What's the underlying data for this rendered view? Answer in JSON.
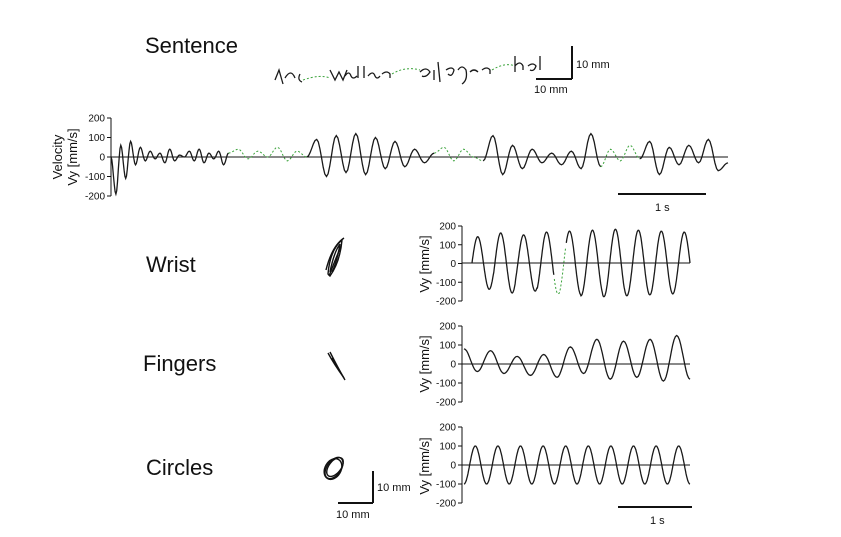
{
  "labels": {
    "sentence": "Sentence",
    "wrist": "Wrist",
    "fingers": "Fingers",
    "circles": "Circles"
  },
  "colors": {
    "ink": "#1a1a1a",
    "pen_up": "#3aa23a"
  },
  "handwriting_text": "Die Wellen schlagen hoch",
  "scale_bars": {
    "top_vertical": "10 mm",
    "top_horizontal": "10 mm",
    "bottom_vertical": "10 mm",
    "bottom_horizontal": "10 mm",
    "time_top": "1 s",
    "time_bottom": "1 s"
  },
  "chart_data": [
    {
      "type": "line",
      "name": "sentence",
      "ylabel_line1": "Velocity",
      "ylabel_line2": "Vy [mm/s]",
      "ylim": [
        -200,
        200
      ],
      "yticks": [
        "200",
        "100",
        "0",
        "-100",
        "-200"
      ],
      "grid": false,
      "xlim": [
        0,
        6.3
      ],
      "series": [
        {
          "style": "pen-down",
          "x": [
            0,
            0.05,
            0.1,
            0.15,
            0.2,
            0.25,
            0.3,
            0.35,
            0.4,
            0.45,
            0.5,
            0.55,
            0.6,
            0.65,
            0.7,
            0.75,
            0.8,
            0.85,
            0.9,
            0.95,
            1.0,
            1.05,
            1.1,
            1.15,
            1.2
          ],
          "y": [
            0,
            -190,
            60,
            -110,
            80,
            -40,
            50,
            -20,
            30,
            -10,
            20,
            -30,
            40,
            -20,
            10,
            0,
            30,
            -20,
            40,
            -30,
            20,
            -10,
            30,
            -40,
            20
          ]
        },
        {
          "style": "pen-up",
          "x": [
            1.2,
            1.3,
            1.4,
            1.5,
            1.6,
            1.7,
            1.8,
            1.9,
            2.0
          ],
          "y": [
            20,
            40,
            -10,
            30,
            0,
            50,
            -20,
            30,
            0
          ]
        },
        {
          "style": "pen-down",
          "x": [
            2.0,
            2.1,
            2.2,
            2.3,
            2.4,
            2.5,
            2.6,
            2.7,
            2.8,
            2.9,
            3.0,
            3.1,
            3.2,
            3.3
          ],
          "y": [
            0,
            90,
            -100,
            110,
            -80,
            120,
            -90,
            100,
            -60,
            80,
            -50,
            40,
            -30,
            20
          ]
        },
        {
          "style": "pen-up",
          "x": [
            3.3,
            3.4,
            3.5,
            3.6,
            3.7,
            3.8
          ],
          "y": [
            20,
            50,
            -20,
            40,
            0,
            -20
          ]
        },
        {
          "style": "pen-down",
          "x": [
            3.8,
            3.9,
            4.0,
            4.1,
            4.2,
            4.3,
            4.4,
            4.5,
            4.6,
            4.7,
            4.8,
            4.9,
            5.0
          ],
          "y": [
            -20,
            110,
            -90,
            60,
            -60,
            40,
            -30,
            20,
            -40,
            30,
            -60,
            120,
            -50
          ]
        },
        {
          "style": "pen-up",
          "x": [
            5.0,
            5.1,
            5.2,
            5.3,
            5.4
          ],
          "y": [
            -50,
            40,
            -20,
            60,
            -10
          ]
        },
        {
          "style": "pen-down",
          "x": [
            5.4,
            5.5,
            5.6,
            5.7,
            5.8,
            5.9,
            6.0,
            6.1,
            6.2,
            6.3
          ],
          "y": [
            -10,
            80,
            -90,
            50,
            -40,
            60,
            -30,
            90,
            -70,
            -30
          ]
        }
      ]
    },
    {
      "type": "line",
      "name": "wrist",
      "ylabel": "Vy [mm/s]",
      "ylim": [
        -200,
        200
      ],
      "yticks": [
        "200",
        "100",
        "0",
        "-100",
        "-200"
      ],
      "grid": false,
      "period_s": 0.28,
      "amplitude": [
        140,
        160,
        150,
        165,
        170,
        175,
        180,
        175,
        170,
        165
      ],
      "cycles": 9.5,
      "pen_up_segment": [
        1.0,
        1.15
      ]
    },
    {
      "type": "line",
      "name": "fingers",
      "ylabel": "Vy [mm/s]",
      "ylim": [
        -200,
        200
      ],
      "yticks": [
        "200",
        "100",
        "0",
        "-100",
        "-200"
      ],
      "grid": false,
      "peaks": [
        80,
        -40,
        70,
        -50,
        40,
        -60,
        50,
        -70,
        90,
        -50,
        130,
        -80,
        120,
        -70,
        130,
        -90,
        150,
        -80
      ]
    },
    {
      "type": "line",
      "name": "circles",
      "ylabel": "Vy [mm/s]",
      "ylim": [
        -200,
        200
      ],
      "yticks": [
        "200",
        "100",
        "0",
        "-100",
        "-200"
      ],
      "grid": false,
      "amplitude": 100,
      "cycles": 10
    }
  ]
}
